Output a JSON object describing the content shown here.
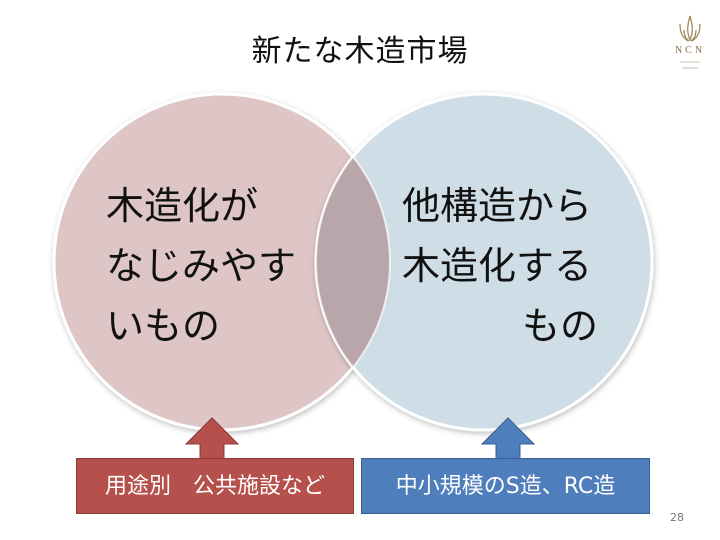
{
  "title": "新たな木造市場",
  "logo": {
    "text": "NCN"
  },
  "left_circle": {
    "lines": [
      "木造化が",
      "なじみやす",
      "いもの"
    ]
  },
  "right_circle": {
    "lines": [
      "他構造から",
      "木造化する",
      "もの"
    ]
  },
  "left_label": "用途別　公共施設など",
  "right_label": "中小規模のS造、RC造",
  "page_number": "28",
  "colors": {
    "left_circle_fill": "#dfc6c6",
    "right_circle_fill": "#cfdde6",
    "overlap_fill": "#b8a6aa",
    "left_arrow": "#b5504c",
    "right_arrow": "#4f7ebd"
  }
}
